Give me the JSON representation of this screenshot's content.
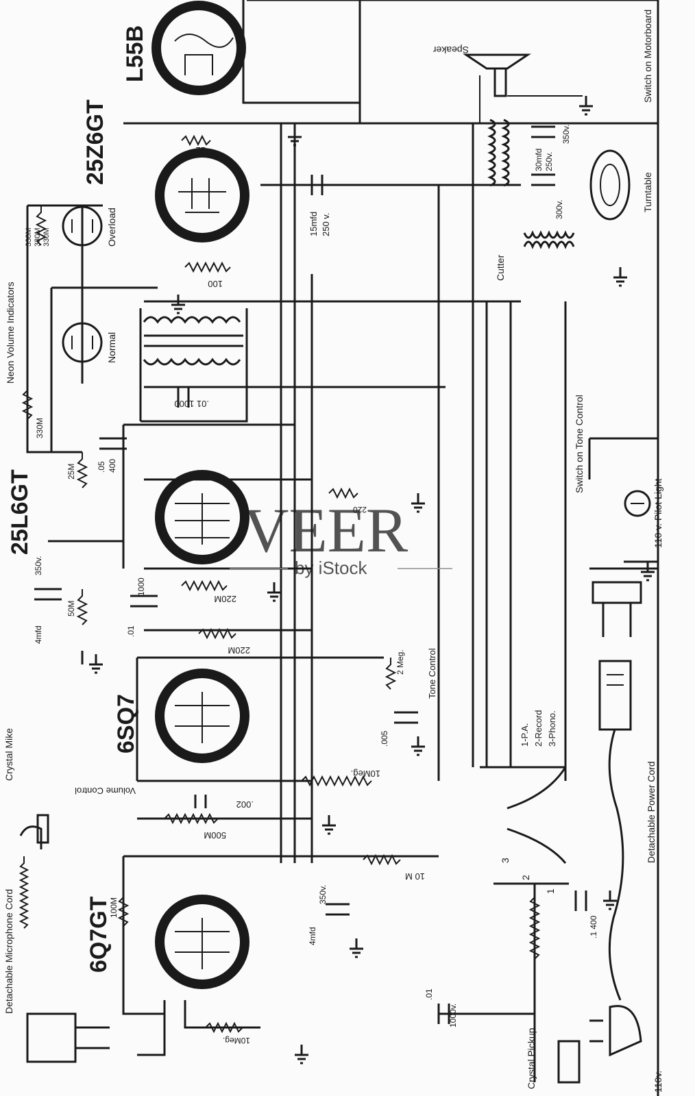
{
  "tubes": [
    {
      "name": "L55B"
    },
    {
      "name": "25Z6GT"
    },
    {
      "name": "25L6GT"
    },
    {
      "name": "6SQ7"
    },
    {
      "name": "6Q7GT"
    }
  ],
  "labels": {
    "neon_indicators": "Neon Volume Indicators",
    "overload": "Overload",
    "normal": "Normal",
    "crystal_mike": "Crystal Mike",
    "mic_cord": "Detachable Microphone Cord",
    "speaker": "Speaker",
    "switch_motorboard": "Switch on Motorboard",
    "turntable": "Turntable",
    "cutter": "Cutter",
    "switch_tone": "Switch on Tone Control",
    "pilot_light": "110 v. Pilot Light",
    "power_cord": "Detachable Power Cord",
    "crystal_pickup": "Crystal Pickup",
    "volume_control": "Volume Control",
    "tone_control": "Tone Control",
    "selector_1": "1-P.A.",
    "selector_2": "2-Record",
    "selector_3": "3-Phono.",
    "mains": "110v."
  },
  "components": {
    "r22": "22",
    "c15mfd": "15mfd",
    "c250v": "250 v.",
    "r100": "100",
    "c30mfd": "30mfd",
    "c30mfd_v": "250v.",
    "c300v": "300v.",
    "c350v_top": "350v.",
    "neon_r_a": "330M",
    "neon_r_b": "330M",
    "neon_r_c": "330M",
    "r330m": "330M",
    "c_01_1000": ".01 1000",
    "r25m": "25M",
    "c_05": ".05",
    "c_400": "400",
    "c4mfd": "4mfd",
    "c350v": "350v.",
    "r50m": "50M",
    "r220_cath": "220",
    "c_01": ".01",
    "c1000": "1000",
    "r220m_a": "220M",
    "r220m_b": "220M",
    "pot2meg": "2 Meg.",
    "c_005": ".005",
    "r10meg": "10Meg.",
    "c_002": ".002",
    "r500m": "500M",
    "r10m": "10 M",
    "c4mfd_b": "4mfd",
    "c350v_b": "350v.",
    "c400_b": ".1 400",
    "c_01_b": ".01",
    "c1000v": "1000v.",
    "r100m": "100M",
    "r10meg_b": "10Meg.",
    "pin1": "1",
    "pin2": "2",
    "pin3": "3"
  },
  "watermark": {
    "brand": "VEER",
    "sub": "by iStock"
  }
}
